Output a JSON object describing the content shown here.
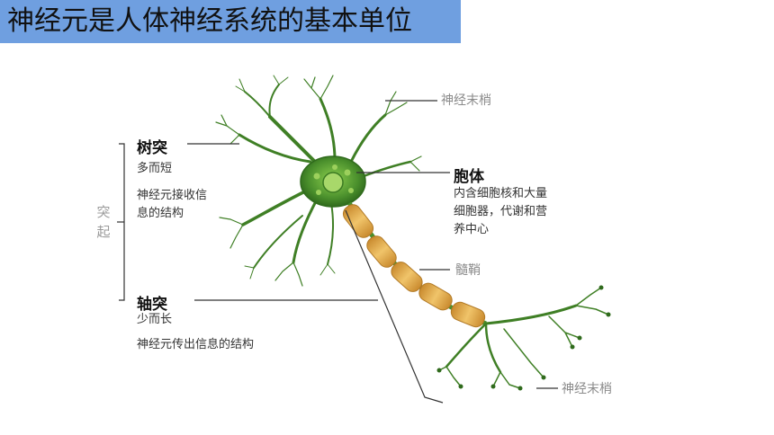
{
  "title": "神经元是人体神经系统的基本单位",
  "labels": {
    "terminal_top": "神经末梢",
    "terminal_bottom": "神经末梢",
    "dendrite": "树突",
    "dendrite_desc1": "多而短",
    "dendrite_desc2_line1": "神经元接收信",
    "dendrite_desc2_line2": "息的结构",
    "cell_body": "胞体",
    "cell_body_desc_line1": "内含细胞核和大量",
    "cell_body_desc_line2": "细胞器，代谢和营",
    "cell_body_desc_line3": "养中心",
    "myelin": "髓鞘",
    "axon": "轴突",
    "axon_desc1": "少而长",
    "axon_desc2": "神经元传出信息的结构",
    "process_char1": "突",
    "process_char2": "起"
  },
  "colors": {
    "title_bg": "#6f9fe0",
    "neuron_green": "#4a8f2c",
    "myelin": "#e0a94a"
  }
}
